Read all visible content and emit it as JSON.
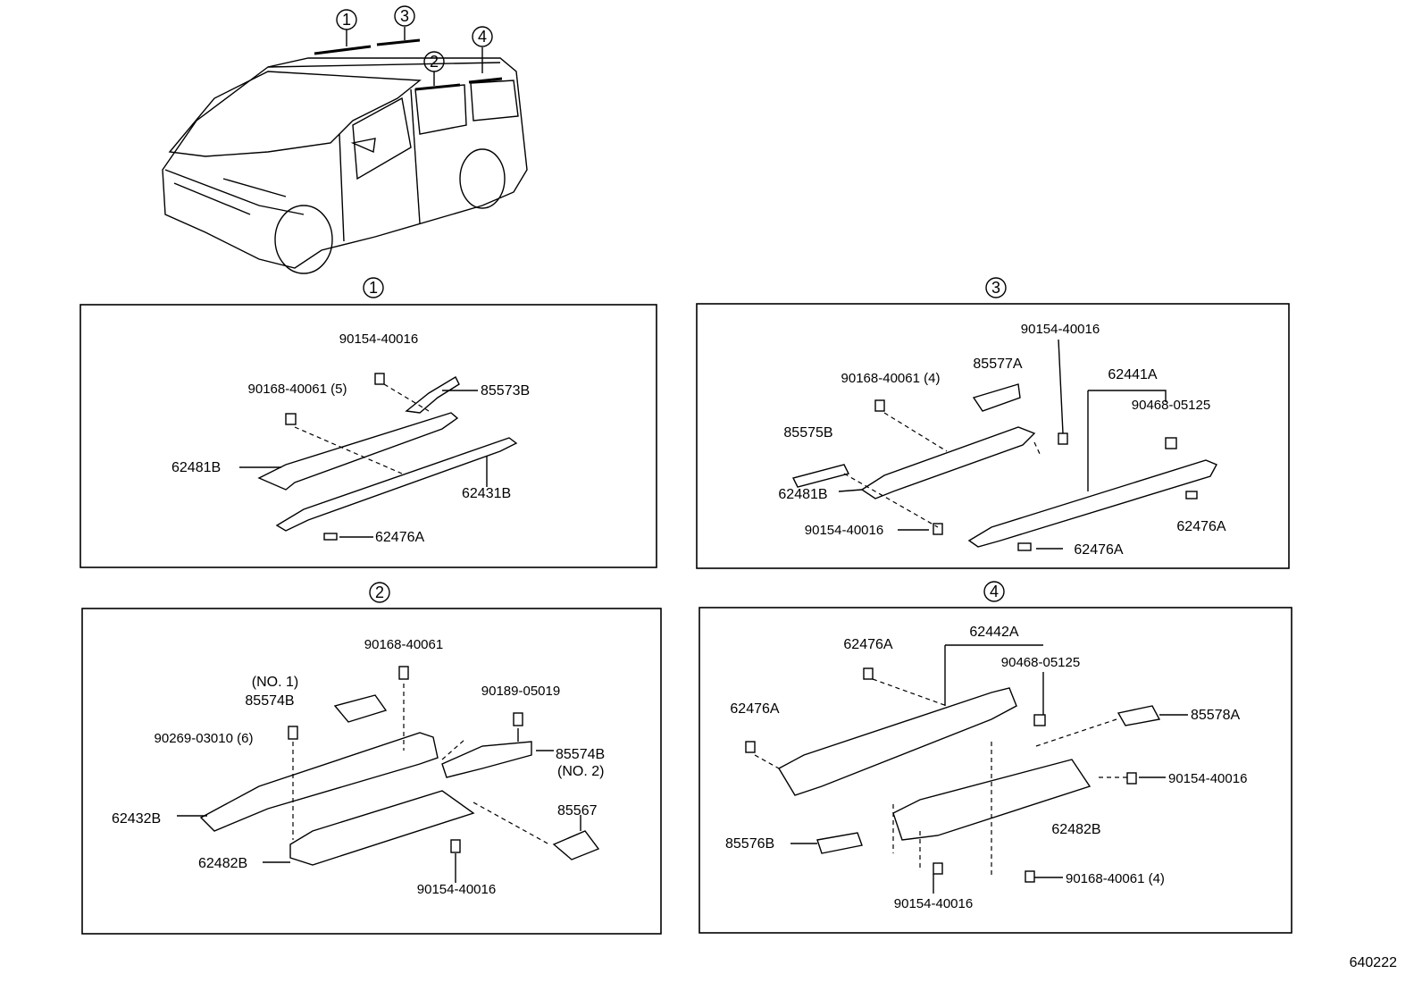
{
  "overview": {
    "callouts": [
      "1",
      "3",
      "4",
      "2"
    ]
  },
  "panel1": {
    "number": "1",
    "labels": {
      "l1": "90154-40016",
      "l2": "90168-40061 (5)",
      "l3": "85573B",
      "l4": "62481B",
      "l5": "62431B",
      "l6": "62476A"
    }
  },
  "panel2": {
    "number": "2",
    "labels": {
      "l1": "90168-40061",
      "l2": "(NO. 1)",
      "l3": "85574B",
      "l4": "90189-05019",
      "l5": "90269-03010 (6)",
      "l6": "85574B",
      "l7": "(NO. 2)",
      "l8": "85567",
      "l9": "62432B",
      "l10": "62482B",
      "l11": "90154-40016"
    }
  },
  "panel3": {
    "number": "3",
    "labels": {
      "l1": "90154-40016",
      "l2": "85577A",
      "l3": "62441A",
      "l4": "90168-40061 (4)",
      "l5": "90468-05125",
      "l6": "85575B",
      "l7": "62481B",
      "l8": "62476A",
      "l9": "90154-40016",
      "l10": "62476A"
    }
  },
  "panel4": {
    "number": "4",
    "labels": {
      "l1": "62442A",
      "l2": "62476A",
      "l3": "90468-05125",
      "l4": "62476A",
      "l5": "85578A",
      "l6": "90154-40016",
      "l7": "62482B",
      "l8": "85576B",
      "l9": "90168-40061 (4)",
      "l10": "90154-40016"
    }
  },
  "figure_code": "640222"
}
